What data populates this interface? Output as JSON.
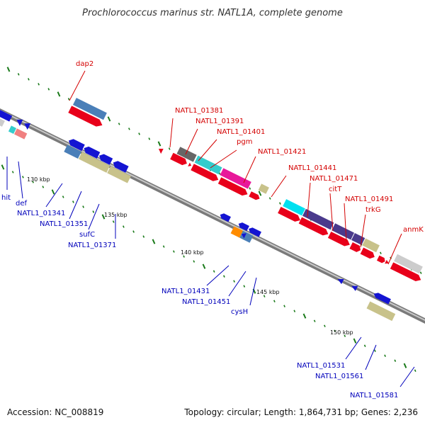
{
  "title": "Prochlorococcus marinus str. NATL1A, complete genome",
  "footer": {
    "accession": "Accession: NC_008819",
    "topology": "Topology: circular; Length: 1,864,731 bp; Genes: 2,236"
  },
  "colors": {
    "backbone": "#8c8c8c",
    "forward": "#e8001a",
    "reverse": "#1414d2",
    "tick": "#1a7a1a",
    "label_forward": "#d40000",
    "label_reverse": "#0000bb"
  },
  "scale_labels": [
    "130 kbp",
    "135 kbp",
    "140 kbp",
    "145 kbp",
    "150 kbp"
  ],
  "labels_forward": [
    "dap2",
    "NATL1_01381",
    "NATL1_01391",
    "NATL1_01401",
    "pgm",
    "NATL1_01421",
    "NATL1_01441",
    "NATL1_01471",
    "citT",
    "NATL1_01491",
    "trkG",
    "anmK"
  ],
  "labels_reverse": [
    "hit",
    "def",
    "NATL1_01341",
    "NATL1_01351",
    "sufC",
    "NATL1_01371",
    "NATL1_01431",
    "NATL1_01451",
    "cysH",
    "NATL1_01531",
    "NATL1_01561",
    "NATL1_01581"
  ]
}
